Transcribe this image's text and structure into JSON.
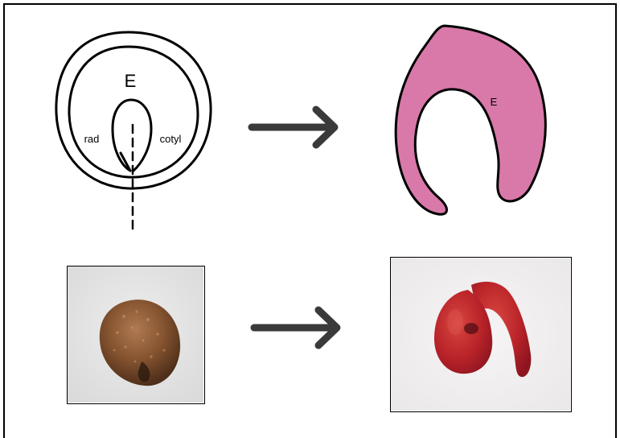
{
  "diagram": {
    "seed_label_embryo": "E",
    "seed_label_radicle": "rad",
    "seed_label_cotyledon": "cotyl",
    "germinated_label_embryo": "E"
  },
  "colors": {
    "embryo_fill": "#d879a9",
    "arrow": "#3a3a3a",
    "seed_photo_bg": "#e6e7e6",
    "seed_photo_seed": "#8a5a3a",
    "germinated_photo_bg": "#f1efef",
    "germinated_photo_embryo": "#c02a2e"
  },
  "icons": {
    "arrow_top": "right-arrow",
    "arrow_bottom": "right-arrow"
  }
}
